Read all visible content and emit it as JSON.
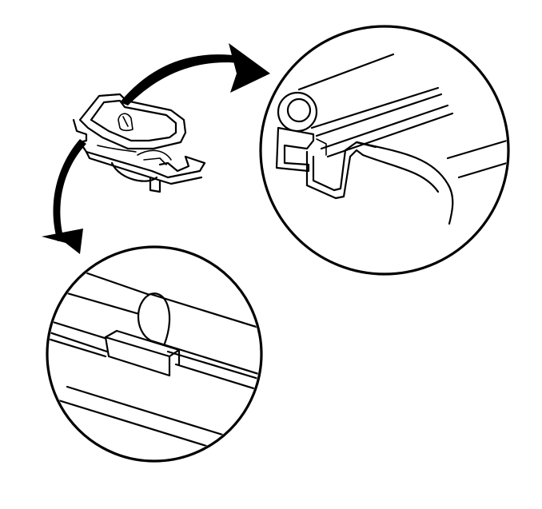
{
  "diagram": {
    "parts": [
      {
        "name": "retainer-clip",
        "role": "overview"
      },
      {
        "name": "weatherstrip-section-detail",
        "role": "detail-view"
      },
      {
        "name": "clip-on-flange-detail",
        "role": "detail-view"
      }
    ],
    "arrows": [
      {
        "from": "retainer-clip",
        "to": "weatherstrip-section-detail"
      },
      {
        "from": "retainer-clip",
        "to": "clip-on-flange-detail"
      }
    ],
    "colors": {
      "line": "#000000",
      "background": "#ffffff"
    }
  }
}
